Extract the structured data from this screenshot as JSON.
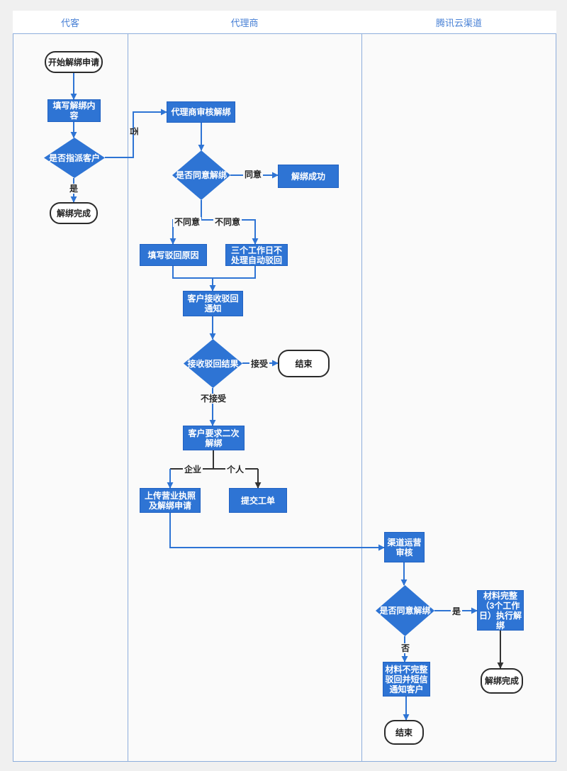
{
  "lanes": [
    {
      "label": "代客"
    },
    {
      "label": "代理商"
    },
    {
      "label": "腾讯云渠道"
    }
  ],
  "nodes": {
    "start": {
      "label": "开始解绑申请"
    },
    "fill_unbind": {
      "label": "填写解绑内容"
    },
    "is_assigned": {
      "label": "是否指派客户"
    },
    "unbind_done_1": {
      "label": "解绑完成"
    },
    "agent_review": {
      "label": "代理商审核解绑"
    },
    "agree_unbind_1": {
      "label": "是否同意解绑"
    },
    "unbind_success": {
      "label": "解绑成功"
    },
    "fill_reject_reason": {
      "label": "填写驳回原因"
    },
    "auto_reject": {
      "label": "三个工作日不处理自动驳回"
    },
    "receive_reject_notice": {
      "label": "客户接收驳回通知"
    },
    "receive_reject_result": {
      "label": "接收驳回结果"
    },
    "end_1": {
      "label": "结束"
    },
    "second_unbind": {
      "label": "客户要求二次解绑"
    },
    "upload_license": {
      "label": "上传营业执照及解绑申请"
    },
    "submit_ticket": {
      "label": "提交工单"
    },
    "channel_ops_review": {
      "label": "渠道运营审核"
    },
    "agree_unbind_2": {
      "label": "是否同意解绑"
    },
    "complete_execute": {
      "label": "材料完整（3个工作日）执行解绑"
    },
    "incomplete_reject": {
      "label": "材料不完整驳回并短信通知客户"
    },
    "unbind_done_2": {
      "label": "解绑完成"
    },
    "end_2": {
      "label": "结束"
    }
  },
  "edge_labels": {
    "no1": "否",
    "yes1": "是",
    "agree": "同意",
    "disagree_left": "不同意",
    "disagree_right": "不同意",
    "accept": "接受",
    "not_accept": "不接受",
    "enterprise": "企业",
    "personal": "个人",
    "yes2": "是",
    "no2": "否"
  },
  "colors": {
    "node_blue": "#2E74D4",
    "node_border": "#2061C2",
    "line_blue": "#2E74D4",
    "line_dark": "#333333",
    "lane_border": "#8EAEDC",
    "header_text": "#4A82D6",
    "canvas_bg": "#FAFAFA",
    "page_bg": "#F0F0F0",
    "terminal_border": "#2B2B2B"
  }
}
